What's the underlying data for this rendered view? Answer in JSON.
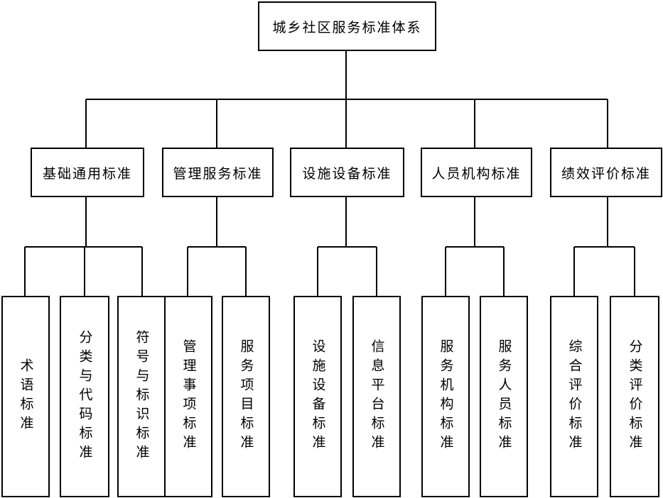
{
  "root": "城乡社区服务标准体系",
  "categories": [
    {
      "label": "基础通用标准",
      "items": [
        "术语标准",
        "分类与代码标准",
        "符号与标识标准"
      ]
    },
    {
      "label": "管理服务标准",
      "items": [
        "管理事项标准",
        "服务项目标准"
      ]
    },
    {
      "label": "设施设备标准",
      "items": [
        "设施设备标准",
        "信息平台标准"
      ]
    },
    {
      "label": "人员机构标准",
      "items": [
        "服务机构标准",
        "服务人员标准"
      ]
    },
    {
      "label": "绩效评价标准",
      "items": [
        "综合评价标准",
        "分类评价标准"
      ]
    }
  ],
  "colors": {
    "line": "#000000",
    "box_fill": "#ffffff",
    "text": "#000000"
  }
}
